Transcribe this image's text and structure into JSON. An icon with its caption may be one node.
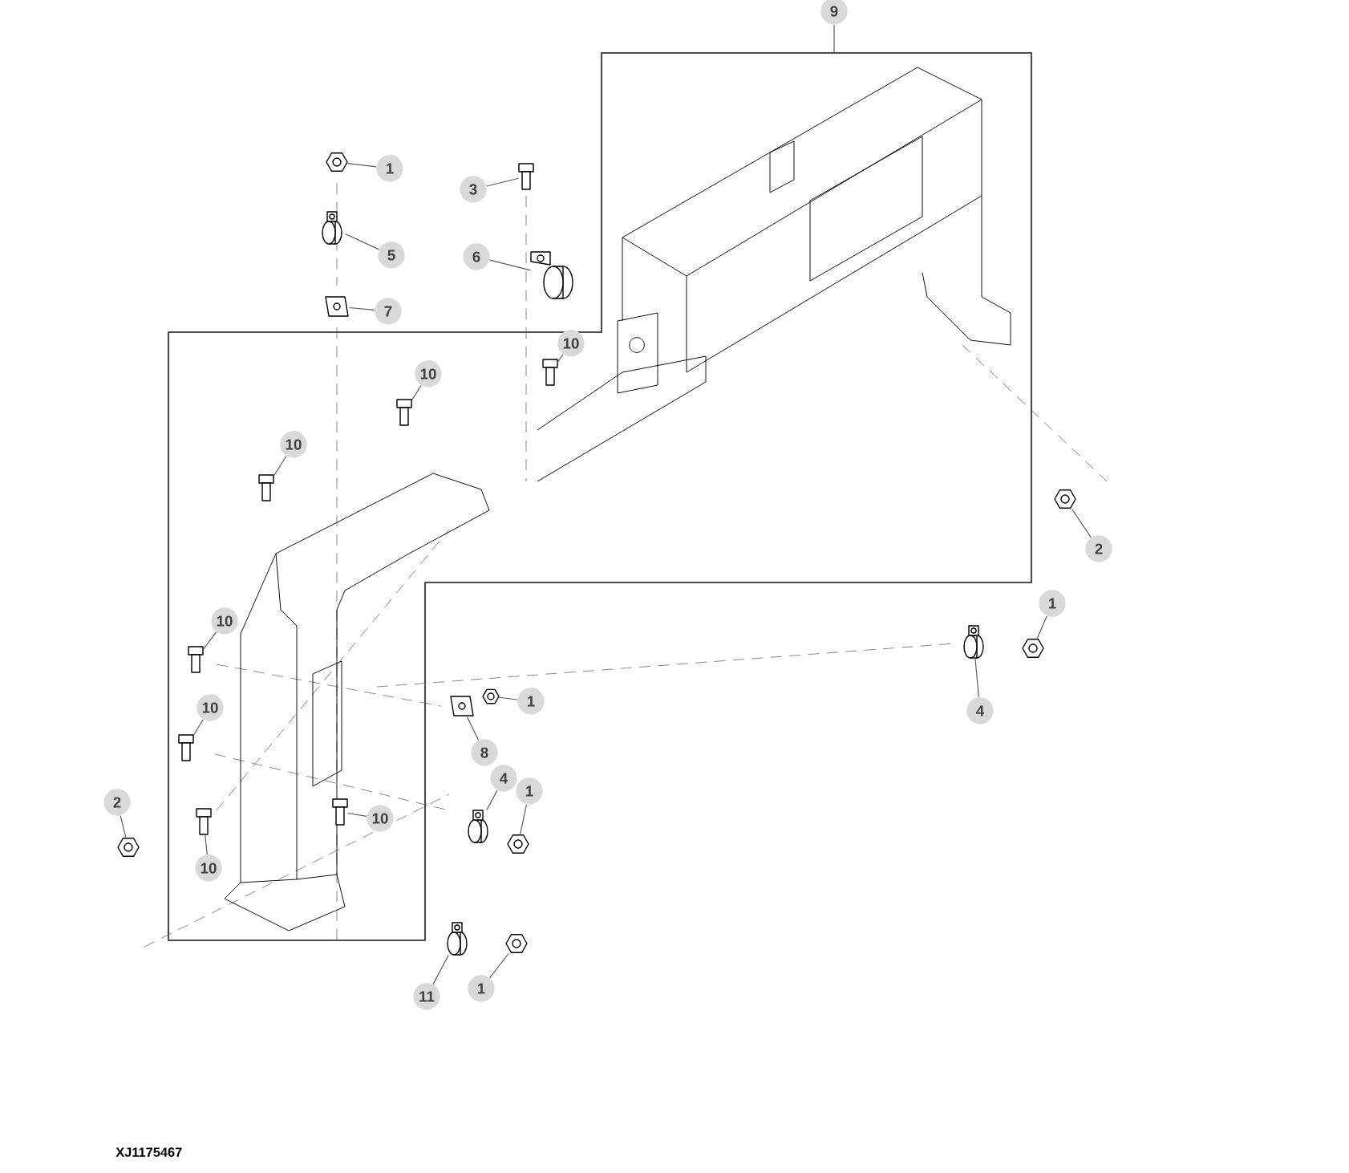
{
  "diagram": {
    "nodes": [
      {
        "text": [],
        "shape": "box"
      },
      {
        "text": [
          "9"
        ]
      },
      {
        "text": [
          "1"
        ]
      },
      {
        "text": [
          "3"
        ]
      },
      {
        "text": [
          "5"
        ]
      },
      {
        "text": [
          "6"
        ]
      },
      {
        "text": [
          "7"
        ]
      },
      {
        "text": [
          "10"
        ],
        "in": 0
      },
      {
        "text": [
          "10"
        ],
        "in": 0
      },
      {
        "text": [
          "10"
        ],
        "in": 0
      },
      {
        "text": [
          "2"
        ]
      },
      {
        "text": [
          "1"
        ]
      },
      {
        "text": [
          "10"
        ],
        "in": 0
      },
      {
        "text": [
          "1"
        ]
      },
      {
        "text": [
          "4"
        ]
      },
      {
        "text": [
          "10"
        ],
        "in": 0
      },
      {
        "text": [
          "8"
        ]
      },
      {
        "text": [
          "4"
        ]
      },
      {
        "text": [
          "1"
        ]
      },
      {
        "text": [
          "2"
        ]
      },
      {
        "text": [
          "10"
        ],
        "in": 0
      },
      {
        "text": [
          "10"
        ],
        "in": 0
      },
      {
        "text": [
          "11"
        ]
      },
      {
        "text": [
          "1"
        ]
      },
      {
        "text": [],
        "shape": "picture"
      },
      {
        "text": [],
        "shape": "picture"
      },
      {
        "text": [],
        "shape": "picture"
      },
      {
        "text": [],
        "shape": "picture"
      },
      {
        "text": [],
        "shape": "picture"
      },
      {
        "text": [],
        "shape": "picture",
        "in": 0
      },
      {
        "text": [],
        "shape": "picture",
        "in": 0
      },
      {
        "text": [],
        "shape": "picture",
        "in": 0
      },
      {
        "text": [],
        "shape": "picture"
      },
      {
        "text": [],
        "shape": "picture"
      },
      {
        "text": [],
        "shape": "picture",
        "in": 0
      },
      {
        "text": [],
        "shape": "picture"
      },
      {
        "text": [],
        "shape": "picture"
      },
      {
        "text": [],
        "shape": "picture",
        "in": 0
      },
      {
        "text": [],
        "shape": "picture"
      },
      {
        "text": [],
        "shape": "picture"
      },
      {
        "text": [],
        "shape": "picture"
      },
      {
        "text": [],
        "shape": "picture"
      },
      {
        "text": [],
        "shape": "picture",
        "in": 0
      },
      {
        "text": [],
        "shape": "picture",
        "in": 0
      },
      {
        "text": [],
        "shape": "picture"
      },
      {
        "text": [],
        "shape": "picture"
      }
    ],
    "edges": [
      {
        "from": 1,
        "to": 0,
        "arrow": "none"
      },
      {
        "from": 2,
        "to": 24,
        "arrow": "none"
      },
      {
        "from": 3,
        "to": 25,
        "arrow": "none"
      },
      {
        "from": 4,
        "to": 26,
        "arrow": "none"
      },
      {
        "from": 5,
        "to": 27,
        "arrow": "none"
      },
      {
        "from": 6,
        "to": 28,
        "arrow": "none"
      },
      {
        "from": 7,
        "to": 29,
        "arrow": "none"
      },
      {
        "from": 8,
        "to": 30,
        "arrow": "none"
      },
      {
        "from": 9,
        "to": 31,
        "arrow": "none"
      },
      {
        "from": 10,
        "to": 32,
        "arrow": "none"
      },
      {
        "from": 11,
        "to": 33,
        "arrow": "none"
      },
      {
        "from": 12,
        "to": 34,
        "arrow": "none"
      },
      {
        "from": 13,
        "to": 35,
        "arrow": "none"
      },
      {
        "from": 14,
        "to": 36,
        "arrow": "none"
      },
      {
        "from": 15,
        "to": 37,
        "arrow": "none"
      },
      {
        "from": 16,
        "to": 38,
        "arrow": "none"
      },
      {
        "from": 17,
        "to": 39,
        "arrow": "none"
      },
      {
        "from": 18,
        "to": 40,
        "arrow": "none"
      },
      {
        "from": 19,
        "to": 41,
        "arrow": "none"
      },
      {
        "from": 20,
        "to": 42,
        "arrow": "none"
      },
      {
        "from": 21,
        "to": 43,
        "arrow": "none"
      },
      {
        "from": 22,
        "to": 44,
        "arrow": "none"
      },
      {
        "from": 23,
        "to": 45,
        "arrow": "none"
      }
    ],
    "labels": [
      "XJ1175467"
    ]
  }
}
